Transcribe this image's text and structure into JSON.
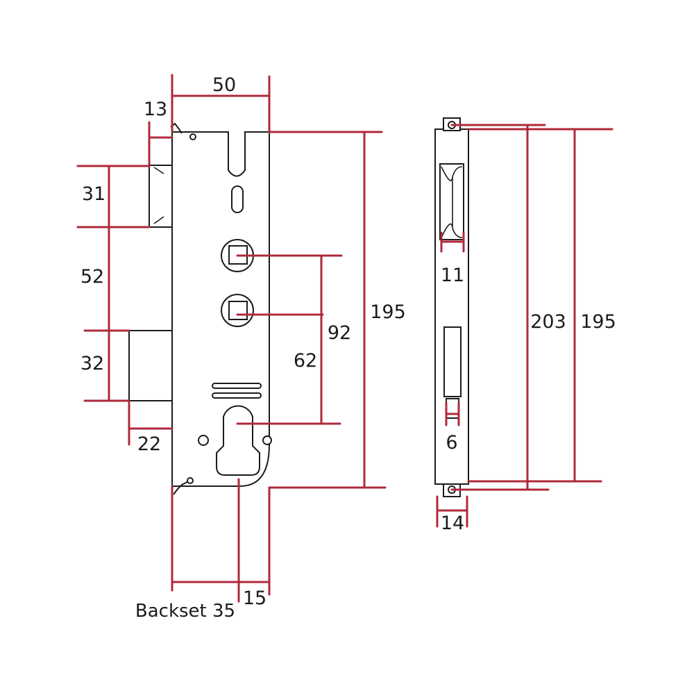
{
  "front_view": {
    "labels": {
      "faceplate_width": "50",
      "lip": "13",
      "top_block": "31",
      "gap": "52",
      "lower_block": "32",
      "lower_depth": "22",
      "follower_spacing": "92",
      "cylinder_spacing": "62",
      "overall_height": "195",
      "edge_to_cylinder": "15",
      "backset": "Backset 35"
    }
  },
  "side_view": {
    "labels": {
      "hook_width": "11",
      "bolt_width": "6",
      "total_length": "203",
      "overall_height": "195",
      "thickness": "14"
    }
  },
  "colors": {
    "dimension": "#b0283a",
    "outline": "#1b1b1b",
    "background": "#ffffff"
  }
}
